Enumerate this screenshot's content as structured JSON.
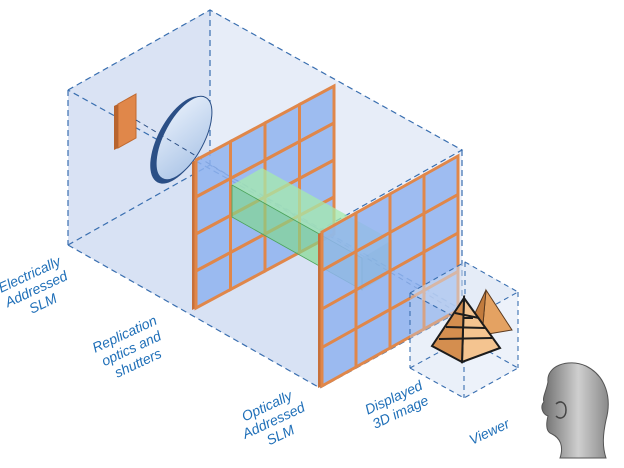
{
  "labels": {
    "eslm": [
      "Electrically",
      "Addressed",
      "SLM"
    ],
    "replication": [
      "Replication",
      "optics and",
      "shutters"
    ],
    "oaslm": [
      "Optically",
      "Addressed",
      "SLM"
    ],
    "displayed": [
      "Displayed",
      "3D image"
    ],
    "viewer": "Viewer"
  },
  "colors": {
    "box_fill": "#c9d7ef",
    "dash": "#3a6fb0",
    "pane": "#8fb3ee",
    "frame": "#e0874a",
    "beam": "#8fe08a",
    "label": "#1f6fb8"
  }
}
